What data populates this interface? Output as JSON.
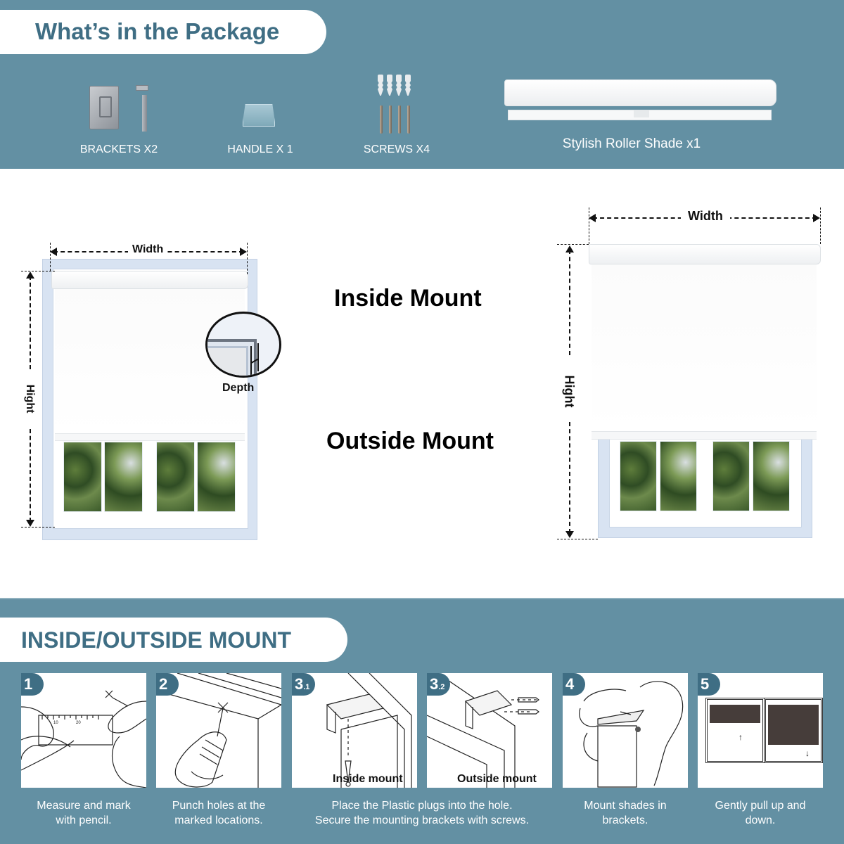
{
  "package": {
    "title": "What’s in the Package",
    "items": [
      {
        "label": "BRACKETS X2",
        "icon": "bracket-icon"
      },
      {
        "label": "HANDLE X 1",
        "icon": "handle-icon"
      },
      {
        "label": "SCREWS X4",
        "icon": "screws-icon"
      },
      {
        "label": "Stylish Roller Shade x1",
        "icon": "roller-shade-icon"
      }
    ]
  },
  "mount_diagrams": {
    "inside": {
      "title": "Inside Mount",
      "width_label": "Width",
      "height_label": "Hight",
      "depth_label": "Depth"
    },
    "outside": {
      "title": "Outside Mount",
      "width_label": "Width",
      "height_label": "Hight"
    }
  },
  "install": {
    "title": "INSIDE/OUTSIDE MOUNT",
    "steps": [
      {
        "badge": "1",
        "caption_lines": [
          "Measure and mark",
          "with pencil."
        ],
        "ruler_ticks": [
          "10",
          "20"
        ]
      },
      {
        "badge": "2",
        "caption_lines": [
          "Punch holes at the",
          "marked locations."
        ]
      },
      {
        "badge": "3",
        "badge_sub": ".1",
        "sublabel": "Inside mount"
      },
      {
        "badge": "3",
        "badge_sub": ".2",
        "sublabel": "Outside mount"
      },
      {
        "badge": "4",
        "caption_lines": [
          "Mount shades in",
          "brackets."
        ]
      },
      {
        "badge": "5",
        "caption_lines": [
          "Gently pull up and",
          "down."
        ],
        "arrows": [
          "↑",
          "↓"
        ]
      }
    ],
    "step3_caption_lines": [
      "Place the Plastic plugs into the hole.",
      "Secure the mounting brackets with screws."
    ]
  },
  "colors": {
    "band": "#6390a3",
    "title_text": "#3f6e84",
    "badge": "#3f6e84",
    "shade_dark": "#463d3a"
  }
}
